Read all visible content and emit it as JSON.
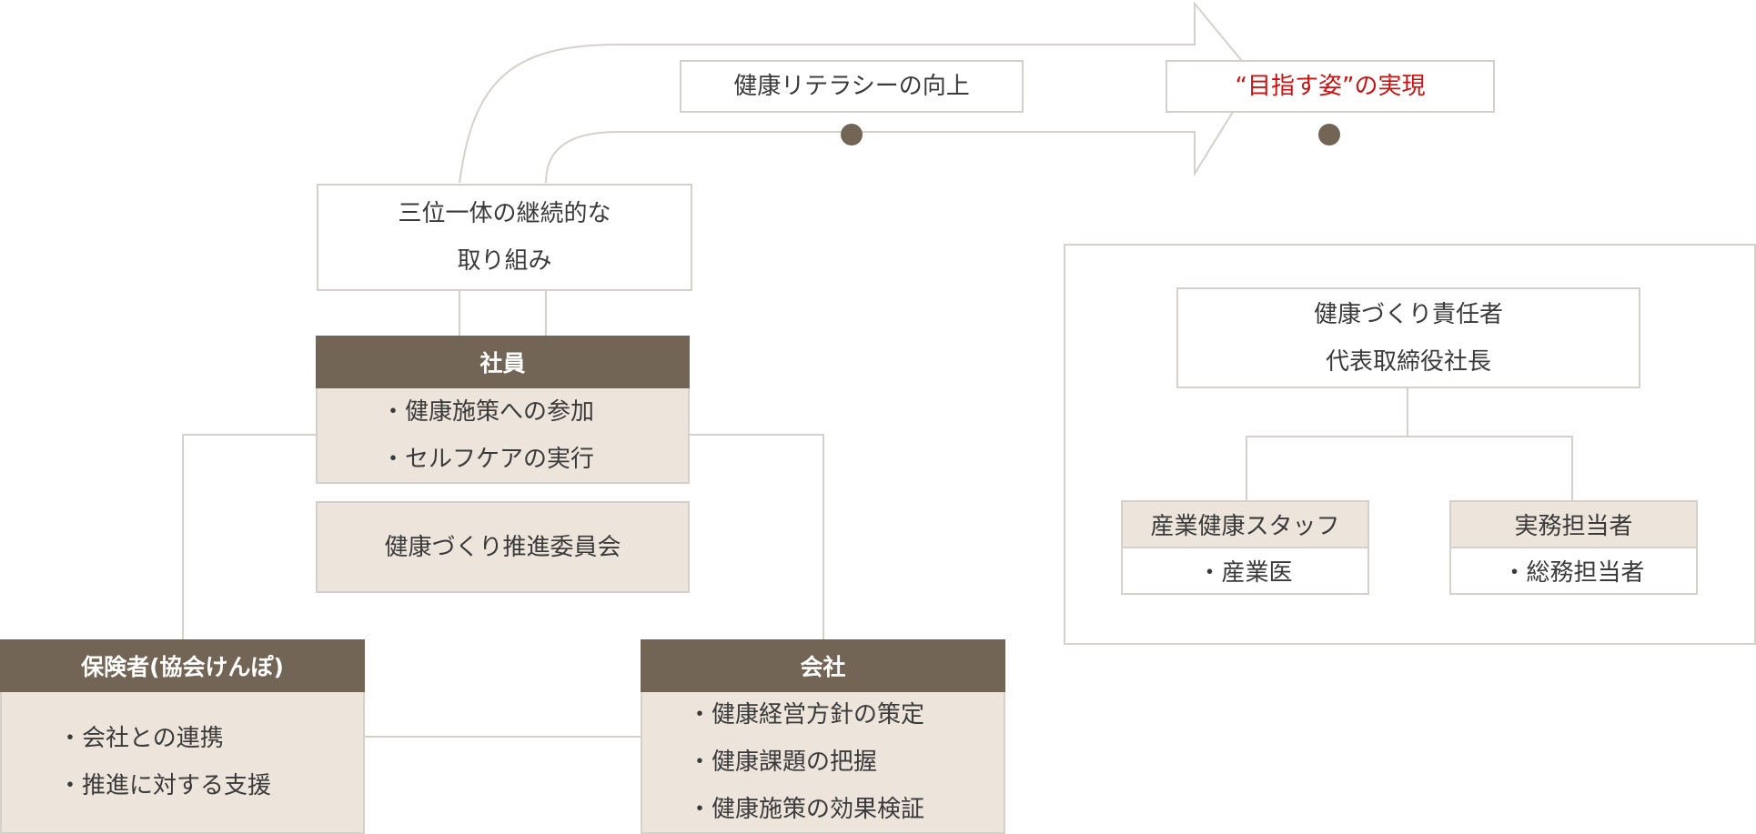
{
  "arrow": {
    "literacy_label": "健康リテラシーの向上",
    "goal_label": "“目指す姿”の実現"
  },
  "trinity": {
    "lines": [
      "三位一体の継続的な",
      "取り組み"
    ]
  },
  "employees": {
    "title": "社員",
    "items": [
      "・健康施策への参加",
      "・セルフケアの実行"
    ]
  },
  "committee": {
    "label": "健康づくり推進委員会"
  },
  "insurer": {
    "title": "保険者(協会けんぽ)",
    "items": [
      "・会社との連携",
      "・推進に対する支援"
    ]
  },
  "company": {
    "title": "会社",
    "items": [
      "・健康経営方針の策定",
      "・健康課題の把握",
      "・健康施策の効果検証"
    ]
  },
  "org": {
    "leader": {
      "lines": [
        "健康づくり責任者",
        "代表取締役社長"
      ]
    },
    "staff": {
      "title": "産業健康スタッフ",
      "items": [
        "・産業医"
      ]
    },
    "admin": {
      "title": "実務担当者",
      "items": [
        "・総務担当者"
      ]
    }
  },
  "colors": {
    "header": "#736556",
    "beige": "#ede5dc",
    "border": "#d6d0ca",
    "accent": "#cc1111"
  }
}
